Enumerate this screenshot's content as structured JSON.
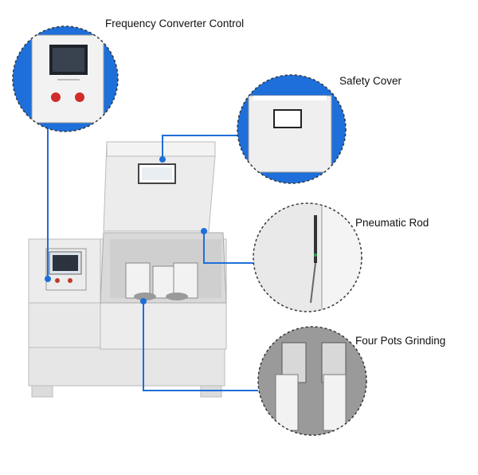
{
  "callouts": {
    "frequency_converter": "Frequency Converter Control",
    "safety_cover": "Safety Cover",
    "pneumatic_rod": "Pneumatic Rod",
    "four_pots": "Four Pots Grinding"
  },
  "colors": {
    "accent_blue": "#1e6fd9",
    "machine_body": "#ececec",
    "outline": "#333333"
  }
}
